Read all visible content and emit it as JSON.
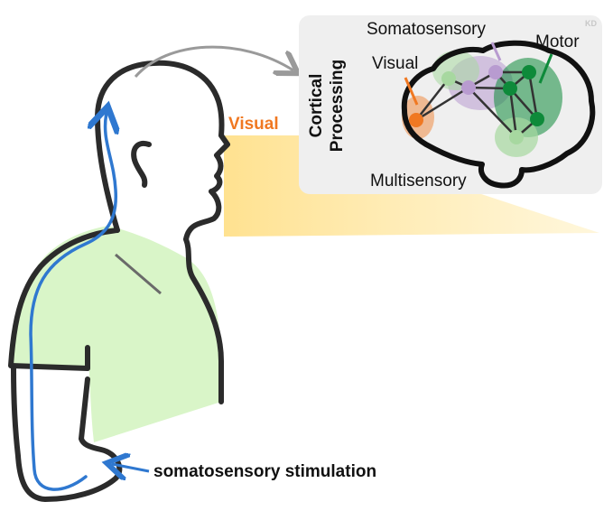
{
  "labels": {
    "cortical_title_line1": "Cortical",
    "cortical_title_line2": "Processing",
    "somatosensory": "Somatosensory",
    "motor": "Motor",
    "visual_region": "Visual",
    "multisensory": "Multisensory",
    "visual_input": "Visual",
    "stimulation": "somatosensory stimulation",
    "corner_mark": "KD"
  },
  "colors": {
    "outline": "#2b2b2b",
    "nerve_path": "#2f78d0",
    "shirt": "#d9f5c8",
    "visual_cone": "#ffe9a8",
    "panel_bg": "#efefef",
    "visual": "#f07822",
    "somatosensory": "#b89bd0",
    "motor": "#0e8a3a",
    "multisensory": "#a7d8a0",
    "arrow_gray": "#9a9a9a"
  },
  "icons": {
    "brain": "brain-outline-icon",
    "head": "head-silhouette-icon",
    "arrow": "curved-arrow-icon"
  }
}
